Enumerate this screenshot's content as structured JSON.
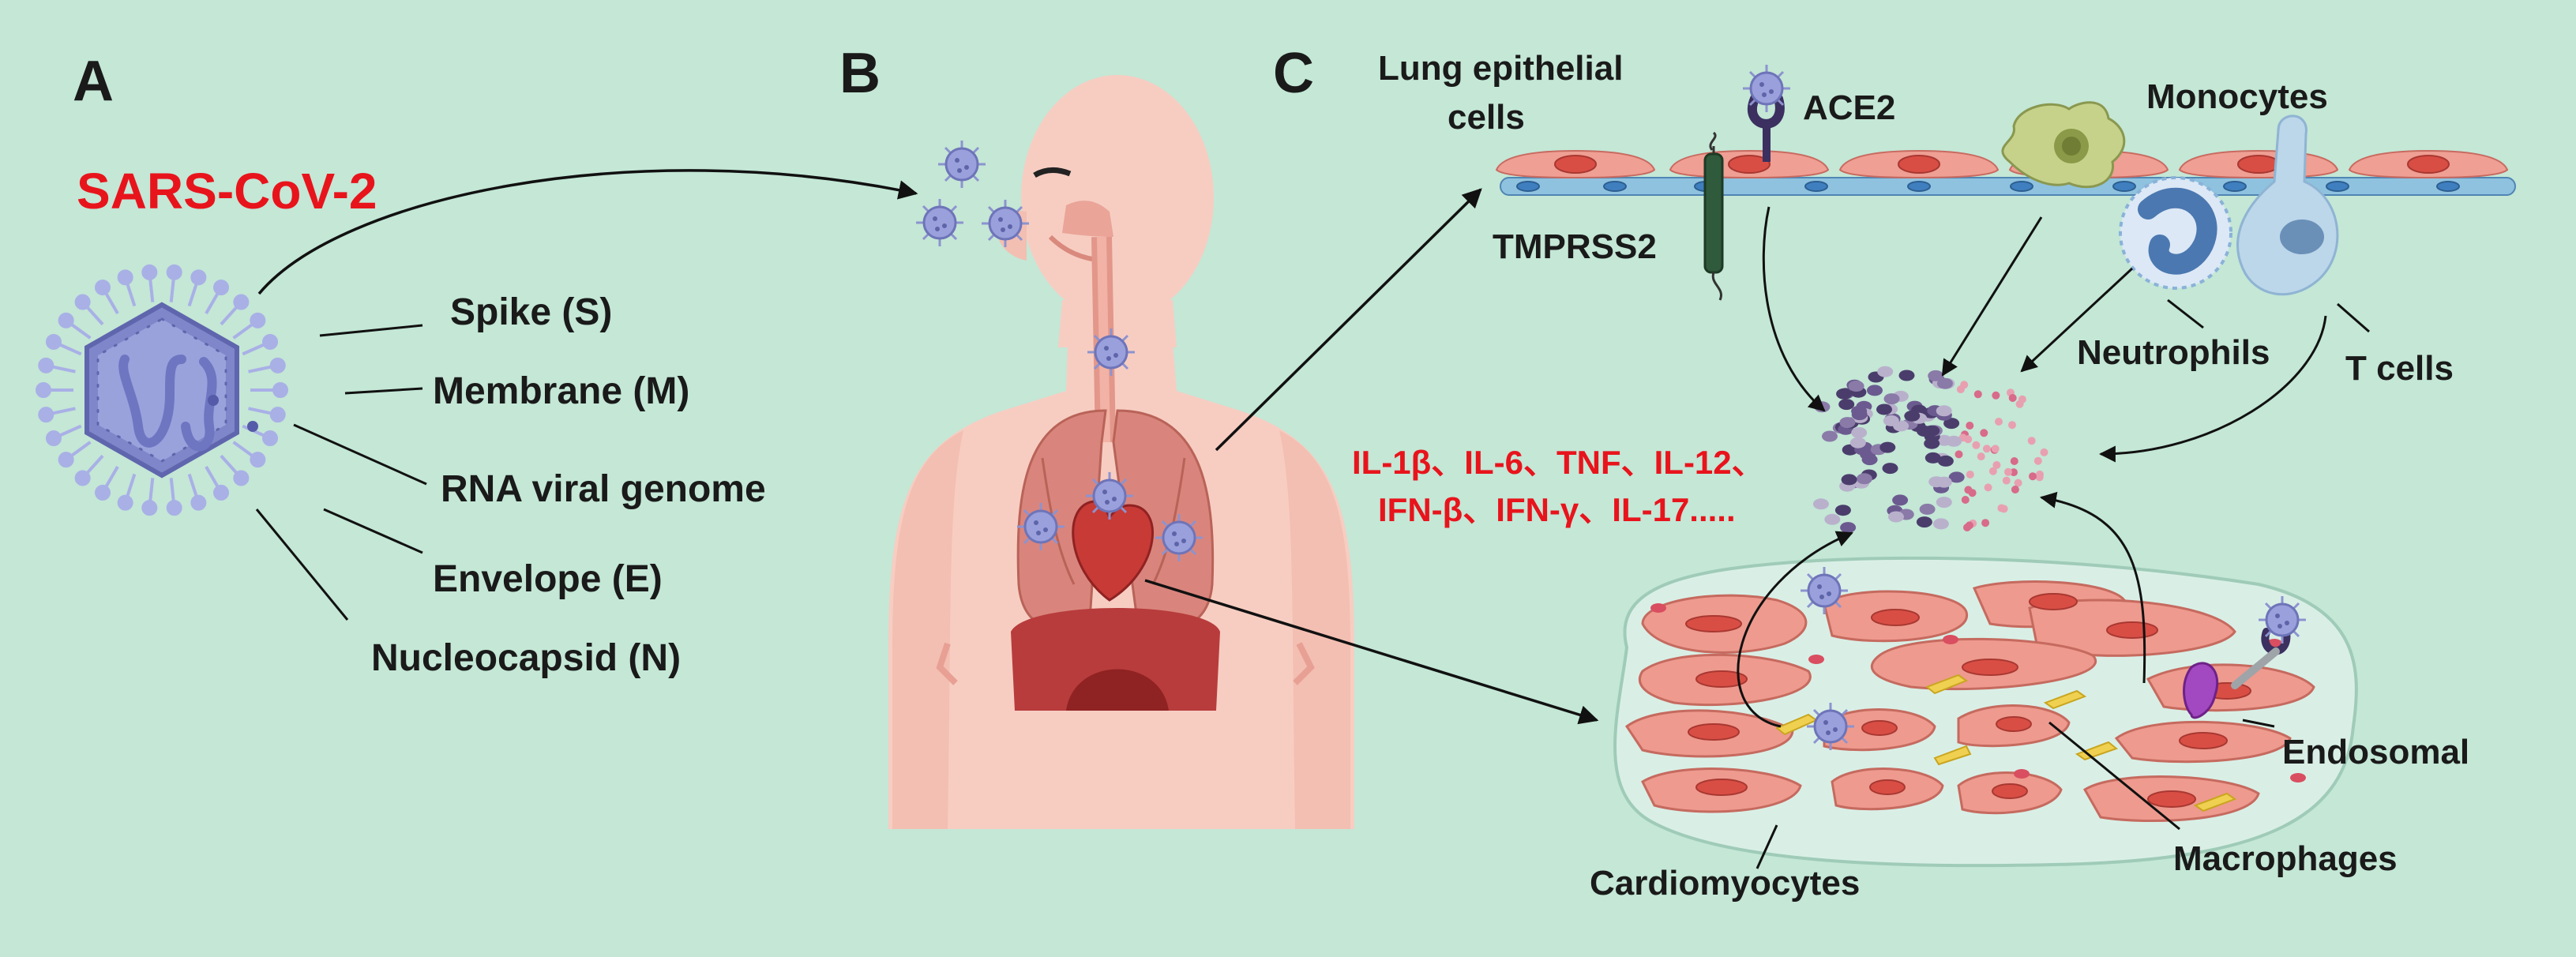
{
  "panels": {
    "a": "A",
    "b": "B",
    "c": "C"
  },
  "virus_title": "SARS-CoV-2",
  "virus_parts": {
    "spike": "Spike (S)",
    "membrane": "Membrane (M)",
    "rna": "RNA viral genome",
    "envelope": "Envelope (E)",
    "nucleocapsid": "Nucleocapsid (N)"
  },
  "cells": {
    "lung_line1": "Lung epithelial",
    "lung_line2": "cells",
    "ace2": "ACE2",
    "tmprss2": "TMPRSS2",
    "monocytes": "Monocytes",
    "neutrophils": "Neutrophils",
    "t_cells": "T cells",
    "endosomal": "Endosomal",
    "macrophages": "Macrophages",
    "cardiomyocytes": "Cardiomyocytes"
  },
  "cytokines": {
    "line1": "IL-1β、IL-6、TNF、IL-12、",
    "line2": "IFN-β、IFN-γ、IL-17....."
  },
  "colors": {
    "background": "#c4e7d6",
    "accent_red": "#e8141c",
    "virus": "#8d93cf",
    "skin": "#f6c8bd",
    "heart_cell": "#ee9a8e"
  }
}
